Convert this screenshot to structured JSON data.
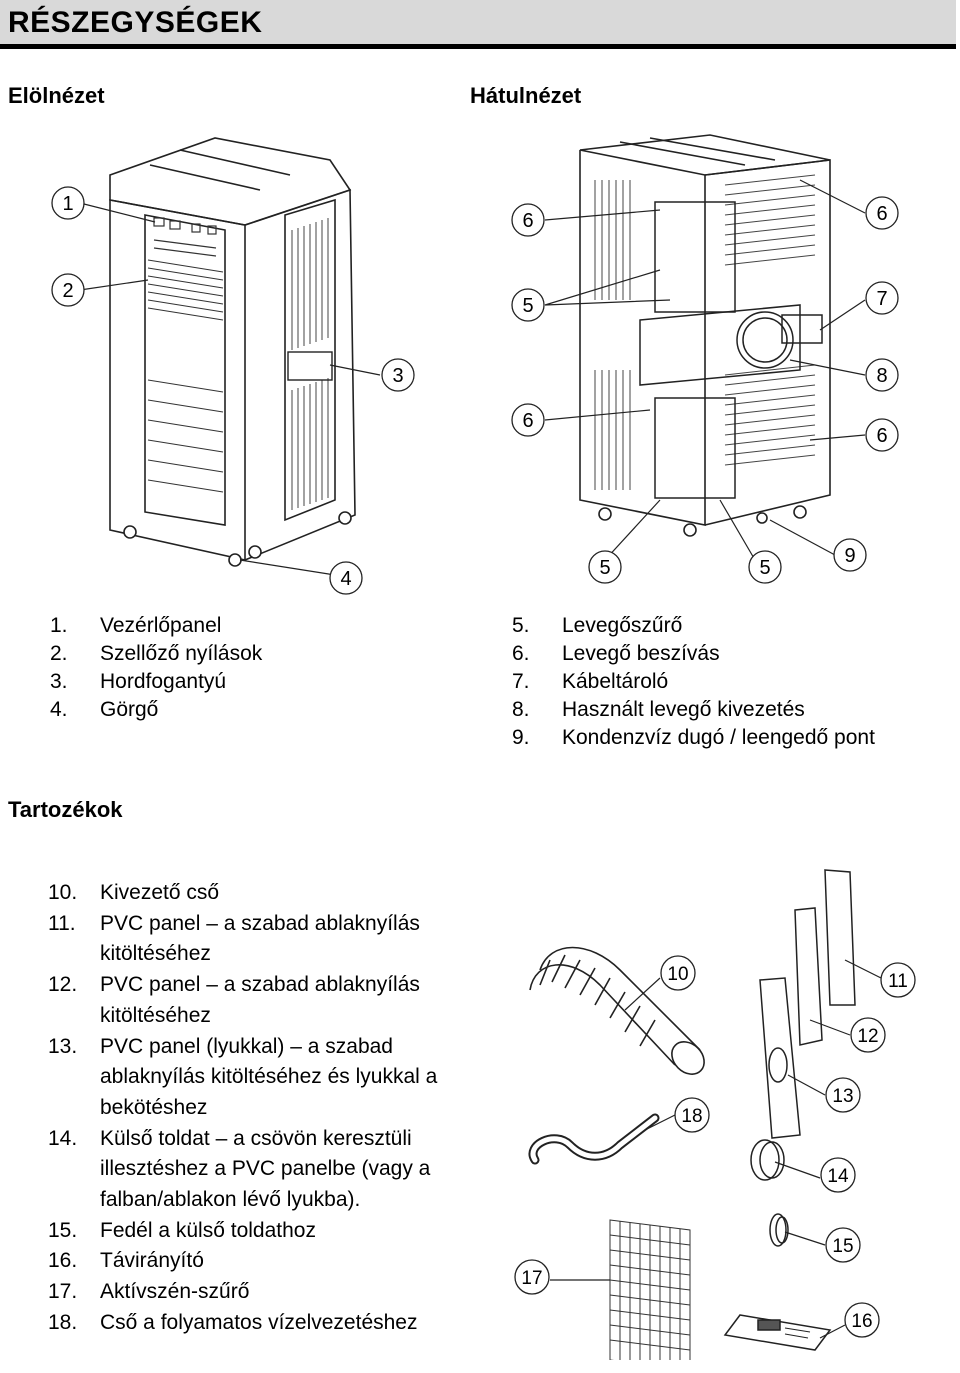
{
  "title": "RÉSZEGYSÉGEK",
  "views": {
    "front_title": "Elölnézet",
    "back_title": "Hátulnézet"
  },
  "front_parts": [
    {
      "num": "1.",
      "label": "Vezérlőpanel"
    },
    {
      "num": "2.",
      "label": "Szellőző nyílások"
    },
    {
      "num": "3.",
      "label": "Hordfogantyú"
    },
    {
      "num": "4.",
      "label": "Görgő"
    }
  ],
  "back_parts": [
    {
      "num": "5.",
      "label": "Levegőszűrő"
    },
    {
      "num": "6.",
      "label": "Levegő beszívás"
    },
    {
      "num": "7.",
      "label": "Kábeltároló"
    },
    {
      "num": "8.",
      "label": "Használt levegő kivezetés"
    },
    {
      "num": "9.",
      "label": "Kondenzvíz dugó / leengedő pont"
    }
  ],
  "accessories_title": "Tartozékok",
  "accessories": [
    {
      "num": "10.",
      "label": "Kivezető cső"
    },
    {
      "num": "11.",
      "label": "PVC panel – a szabad ablaknyílás kitöltéséhez"
    },
    {
      "num": "12.",
      "label": "PVC panel – a szabad ablaknyílás kitöltéséhez"
    },
    {
      "num": "13.",
      "label": "PVC panel (lyukkal) – a szabad ablaknyílás kitöltéséhez és lyukkal a bekötéshez"
    },
    {
      "num": "14.",
      "label": "Külső toldat – a csövön keresztüli illesztéshez a PVC panelbe (vagy a falban/ablakon lévő lyukba)."
    },
    {
      "num": "15.",
      "label": "Fedél a külső toldathoz"
    },
    {
      "num": "16.",
      "label": "Távirányító"
    },
    {
      "num": "17.",
      "label": "Aktívszén-szűrő"
    },
    {
      "num": "18.",
      "label": "Cső a folyamatos vízelvezetéshez"
    }
  ],
  "callouts": {
    "front": [
      "1",
      "2",
      "3",
      "4"
    ],
    "back": [
      "6",
      "5",
      "6",
      "6",
      "7",
      "8",
      "6",
      "5",
      "5",
      "9"
    ],
    "accessories": [
      "10",
      "11",
      "12",
      "13",
      "18",
      "14",
      "15",
      "17",
      "16"
    ]
  }
}
